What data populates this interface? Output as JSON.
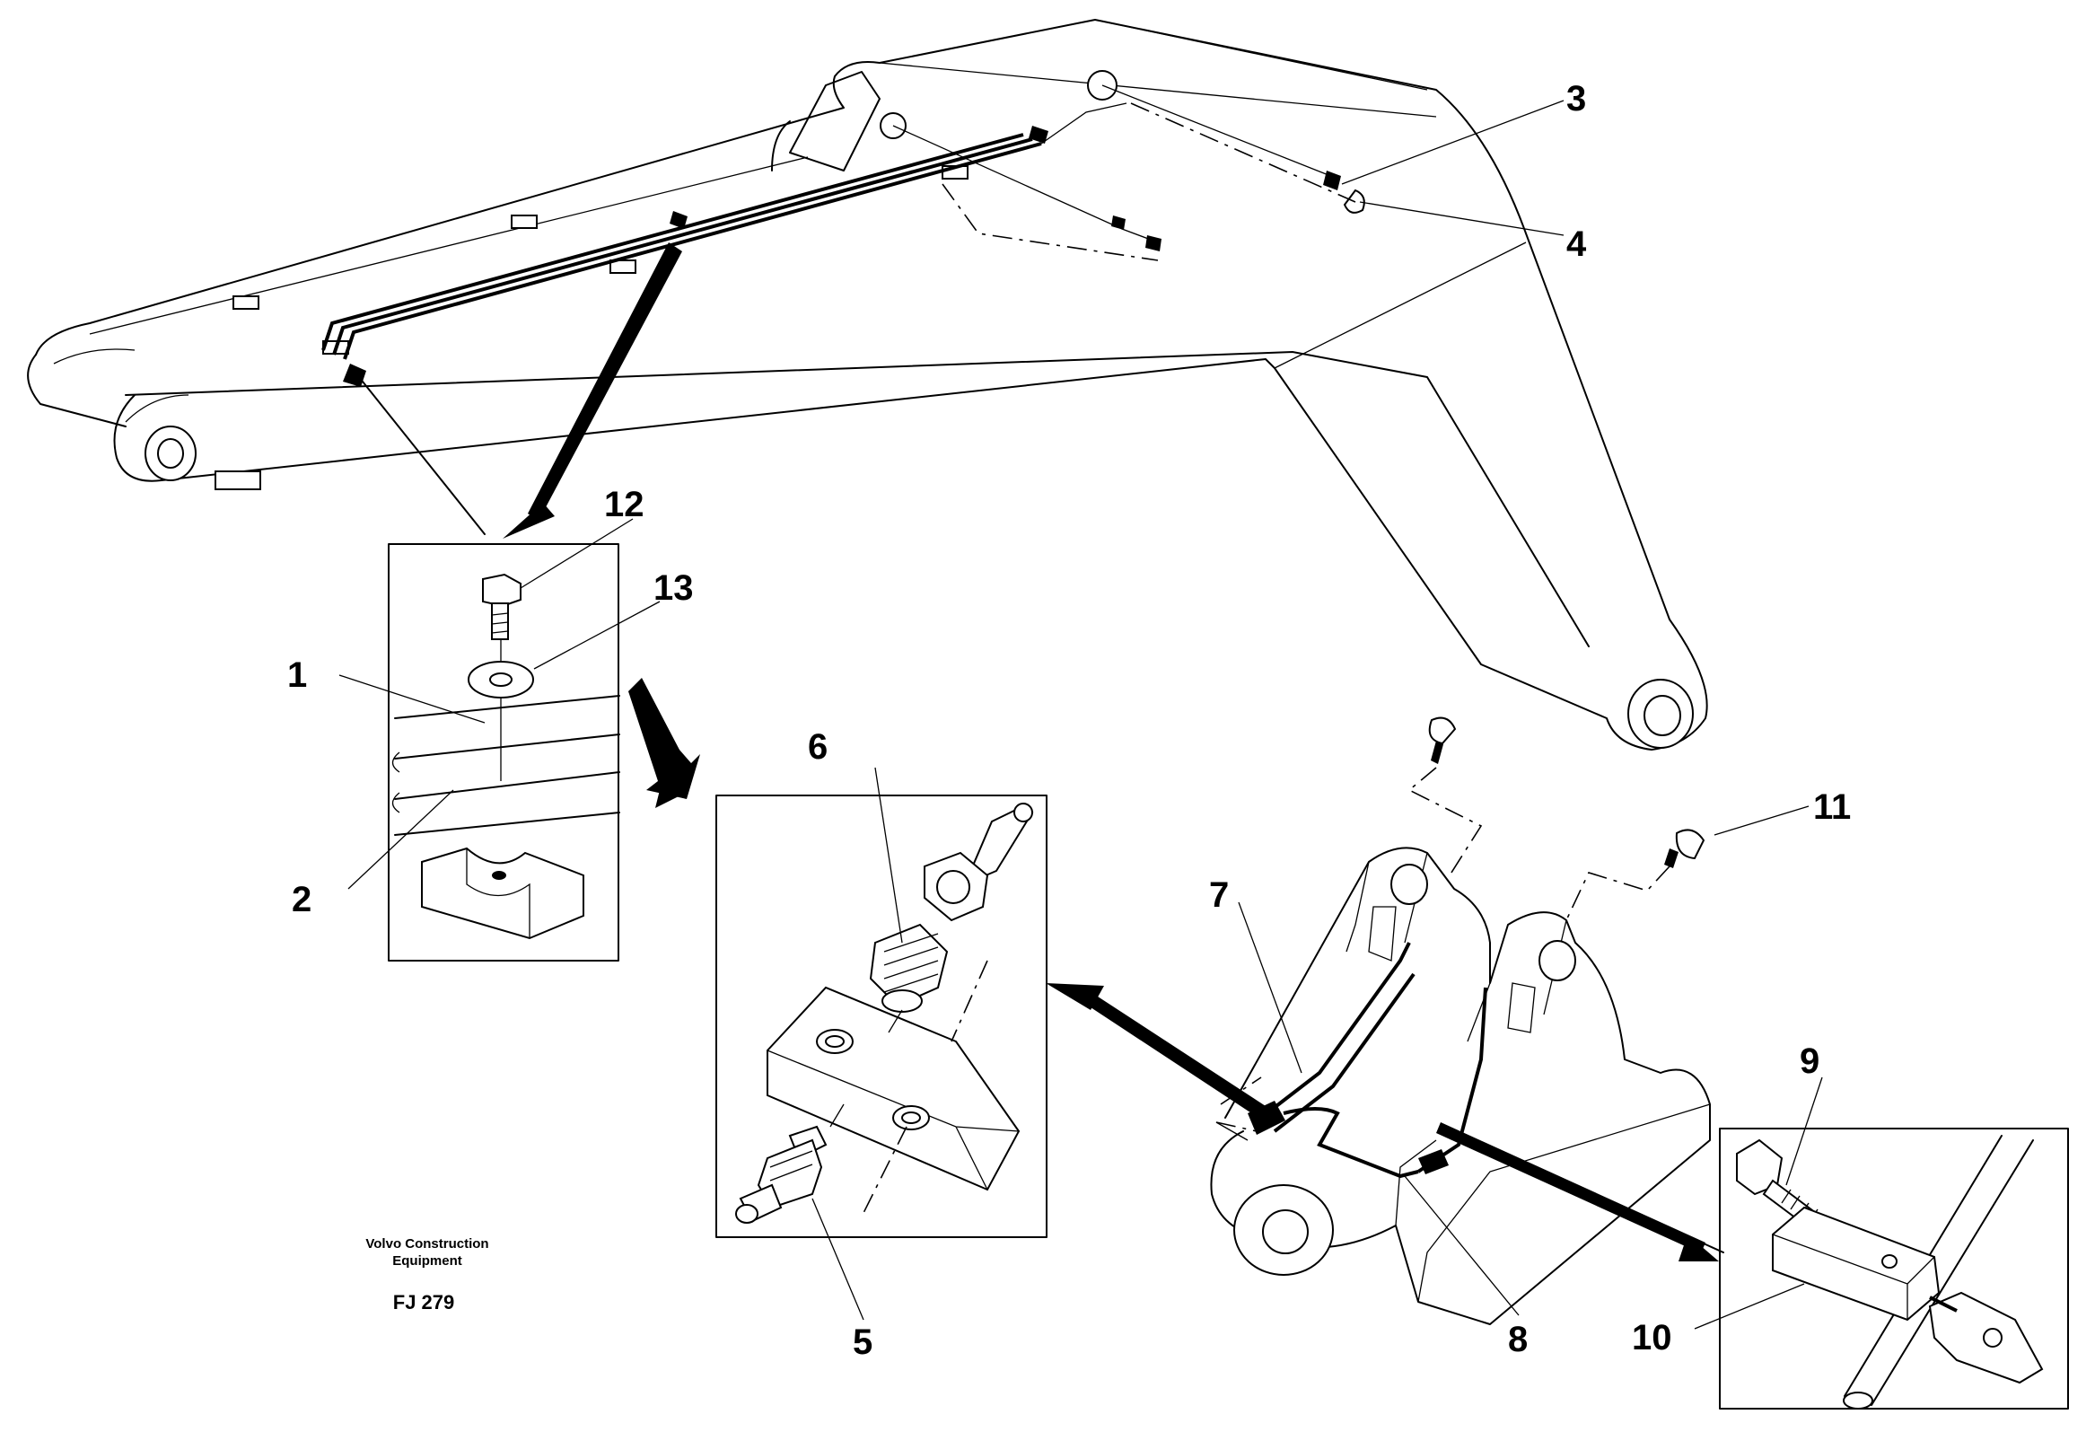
{
  "callouts": {
    "c1": "1",
    "c2": "2",
    "c3": "3",
    "c4": "4",
    "c5": "5",
    "c6": "6",
    "c7": "7",
    "c8": "8",
    "c9": "9",
    "c10": "10",
    "c11": "11",
    "c12": "12",
    "c13": "13"
  },
  "credit": {
    "line1": "Volvo Construction",
    "line2": "Equipment"
  },
  "figure_ref": "FJ 279"
}
